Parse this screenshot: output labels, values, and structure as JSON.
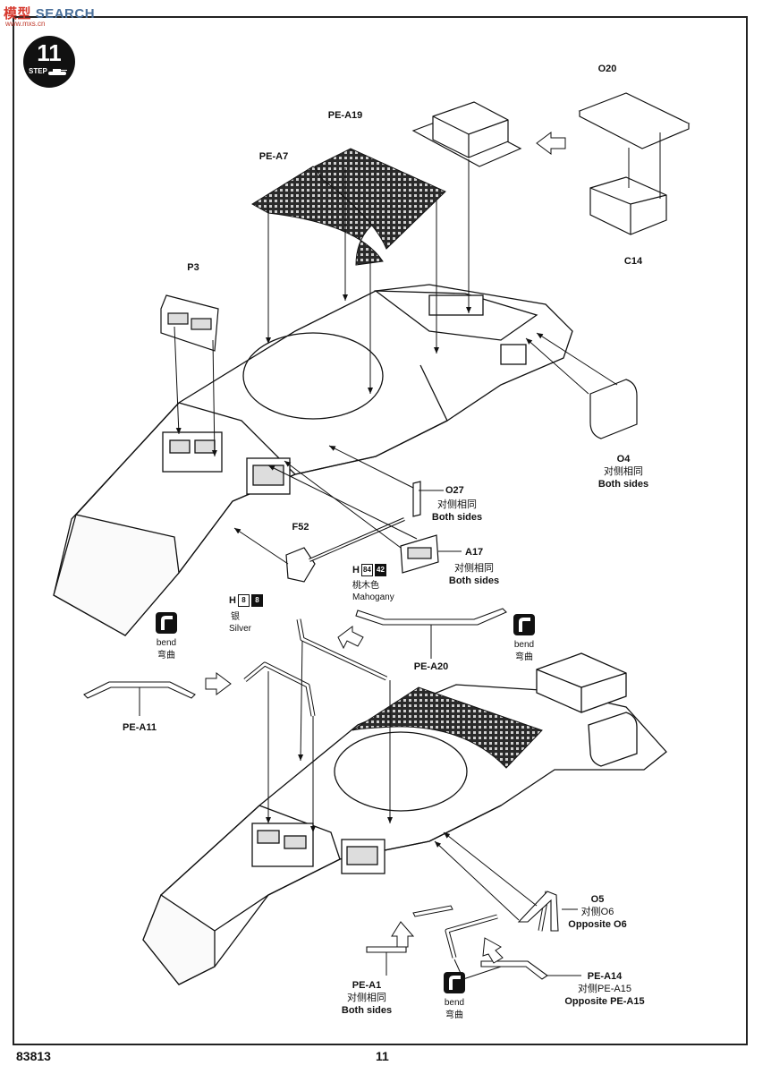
{
  "watermark": {
    "brand": "模型",
    "brand_suffix": "SEARCH",
    "site": "www.mxs.cn"
  },
  "step": {
    "number": "11",
    "word": "STEP"
  },
  "labels": {
    "o20": "O20",
    "c14": "C14",
    "pe_a19": "PE-A19",
    "pe_a7": "PE-A7",
    "p3": "P3",
    "o4": "O4",
    "o4_cn": "对侧相同",
    "o4_en": "Both sides",
    "o27": "O27",
    "o27_cn": "对侧相同",
    "o27_en": "Both sides",
    "f52": "F52",
    "a17": "A17",
    "a17_cn": "对侧相同",
    "a17_en": "Both sides",
    "paint_h_mahogany": "H",
    "paint_mahogany_codes": [
      "84",
      "42"
    ],
    "mahogany_cn": "桃木色",
    "mahogany_en": "Mahogany",
    "paint_h_silver": "H",
    "paint_silver_codes": [
      "8",
      "8"
    ],
    "silver_cn": "银",
    "silver_en": "Silver",
    "pe_a20": "PE-A20",
    "pe_a11": "PE-A11",
    "o5": "O5",
    "o5_cn": "对侧O6",
    "o5_en": "Opposite O6",
    "pe_a1": "PE-A1",
    "pe_a1_cn": "对侧相同",
    "pe_a1_en": "Both sides",
    "pe_a14": "PE-A14",
    "pe_a14_cn": "对侧PE-A15",
    "pe_a14_en": "Opposite PE-A15"
  },
  "bend": {
    "en": "bend",
    "cn": "弯曲"
  },
  "footer": {
    "kit_number": "83813",
    "page_number": "11"
  }
}
